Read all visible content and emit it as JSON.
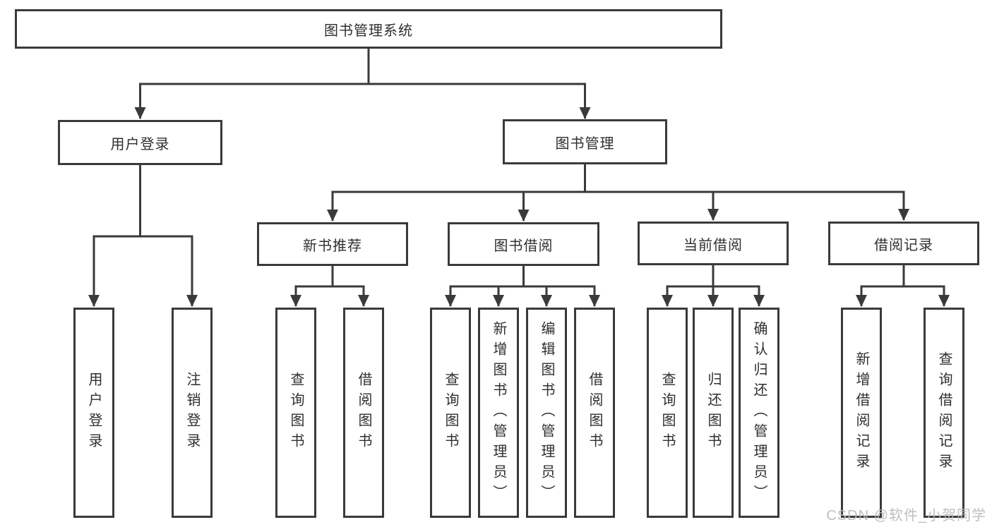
{
  "nodes": {
    "root": "图书管理系统",
    "level2": {
      "user_login_group": "用户登录",
      "book_management": "图书管理"
    },
    "level3": {
      "new_book_recommend": "新书推荐",
      "book_borrow": "图书借阅",
      "current_borrow": "当前借阅",
      "borrow_record": "借阅记录"
    },
    "leaves": {
      "user_login": "用户登录",
      "logout_login": "注销登录",
      "rec_query_book": "查询图书",
      "rec_borrow_book": "借阅图书",
      "borrow_query_book": "查询图书",
      "borrow_add_book": "新增图书（管理员）",
      "borrow_edit_book": "编辑图书（管理员）",
      "borrow_borrow_book": "借阅图书",
      "current_query_book": "查询图书",
      "current_return_book": "归还图书",
      "current_confirm_return": "确认归还（管理员）",
      "record_add_record": "新增借阅记录",
      "record_query_record": "查询借阅记录"
    }
  },
  "watermark": "CSDN @软件_小贺同学",
  "colors": {
    "line": "#3a3a3a",
    "text": "#2f2f2f",
    "watermark": "#b9b9b9",
    "background": "#ffffff"
  }
}
